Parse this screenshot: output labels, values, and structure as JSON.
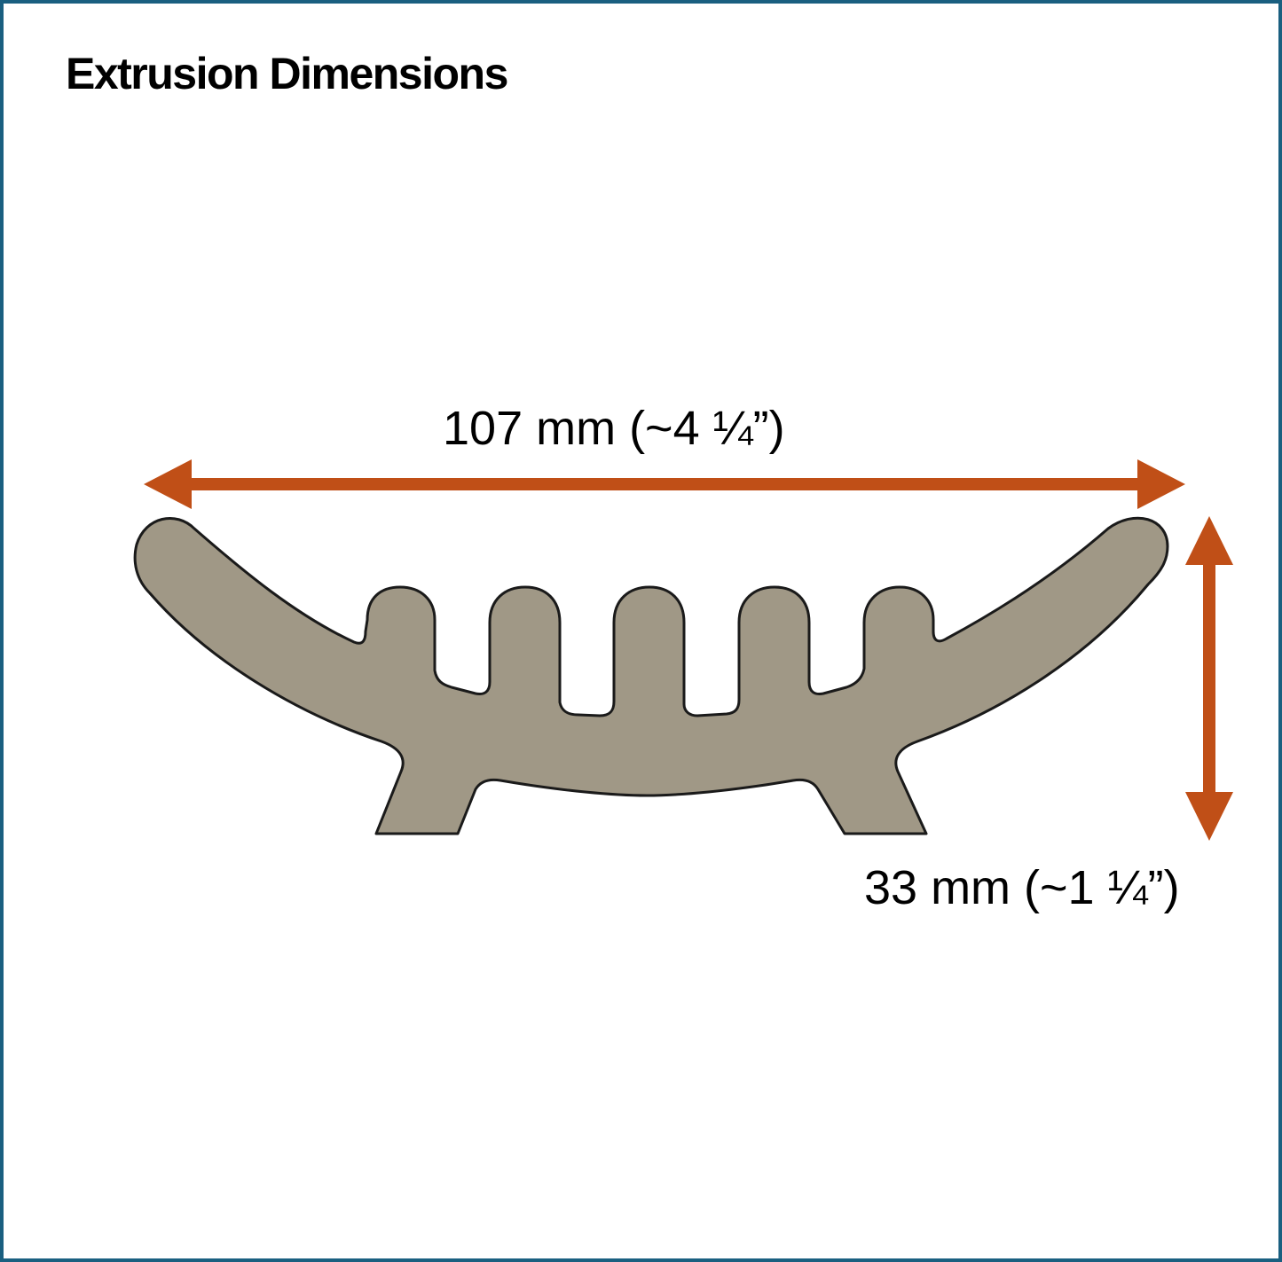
{
  "title": "Extrusion Dimensions",
  "dimensions": {
    "width_label": "107 mm (~4 ¼”)",
    "height_label": "33 mm (~1 ¼”)"
  },
  "colors": {
    "border": "#1a5f80",
    "arrow": "#c04f17",
    "profile_fill": "#a09886",
    "profile_stroke": "#1a1a1a"
  },
  "profile": {
    "fins": 5,
    "legs": 2,
    "description": "curved extrusion profile cross-section with rounded tips"
  }
}
